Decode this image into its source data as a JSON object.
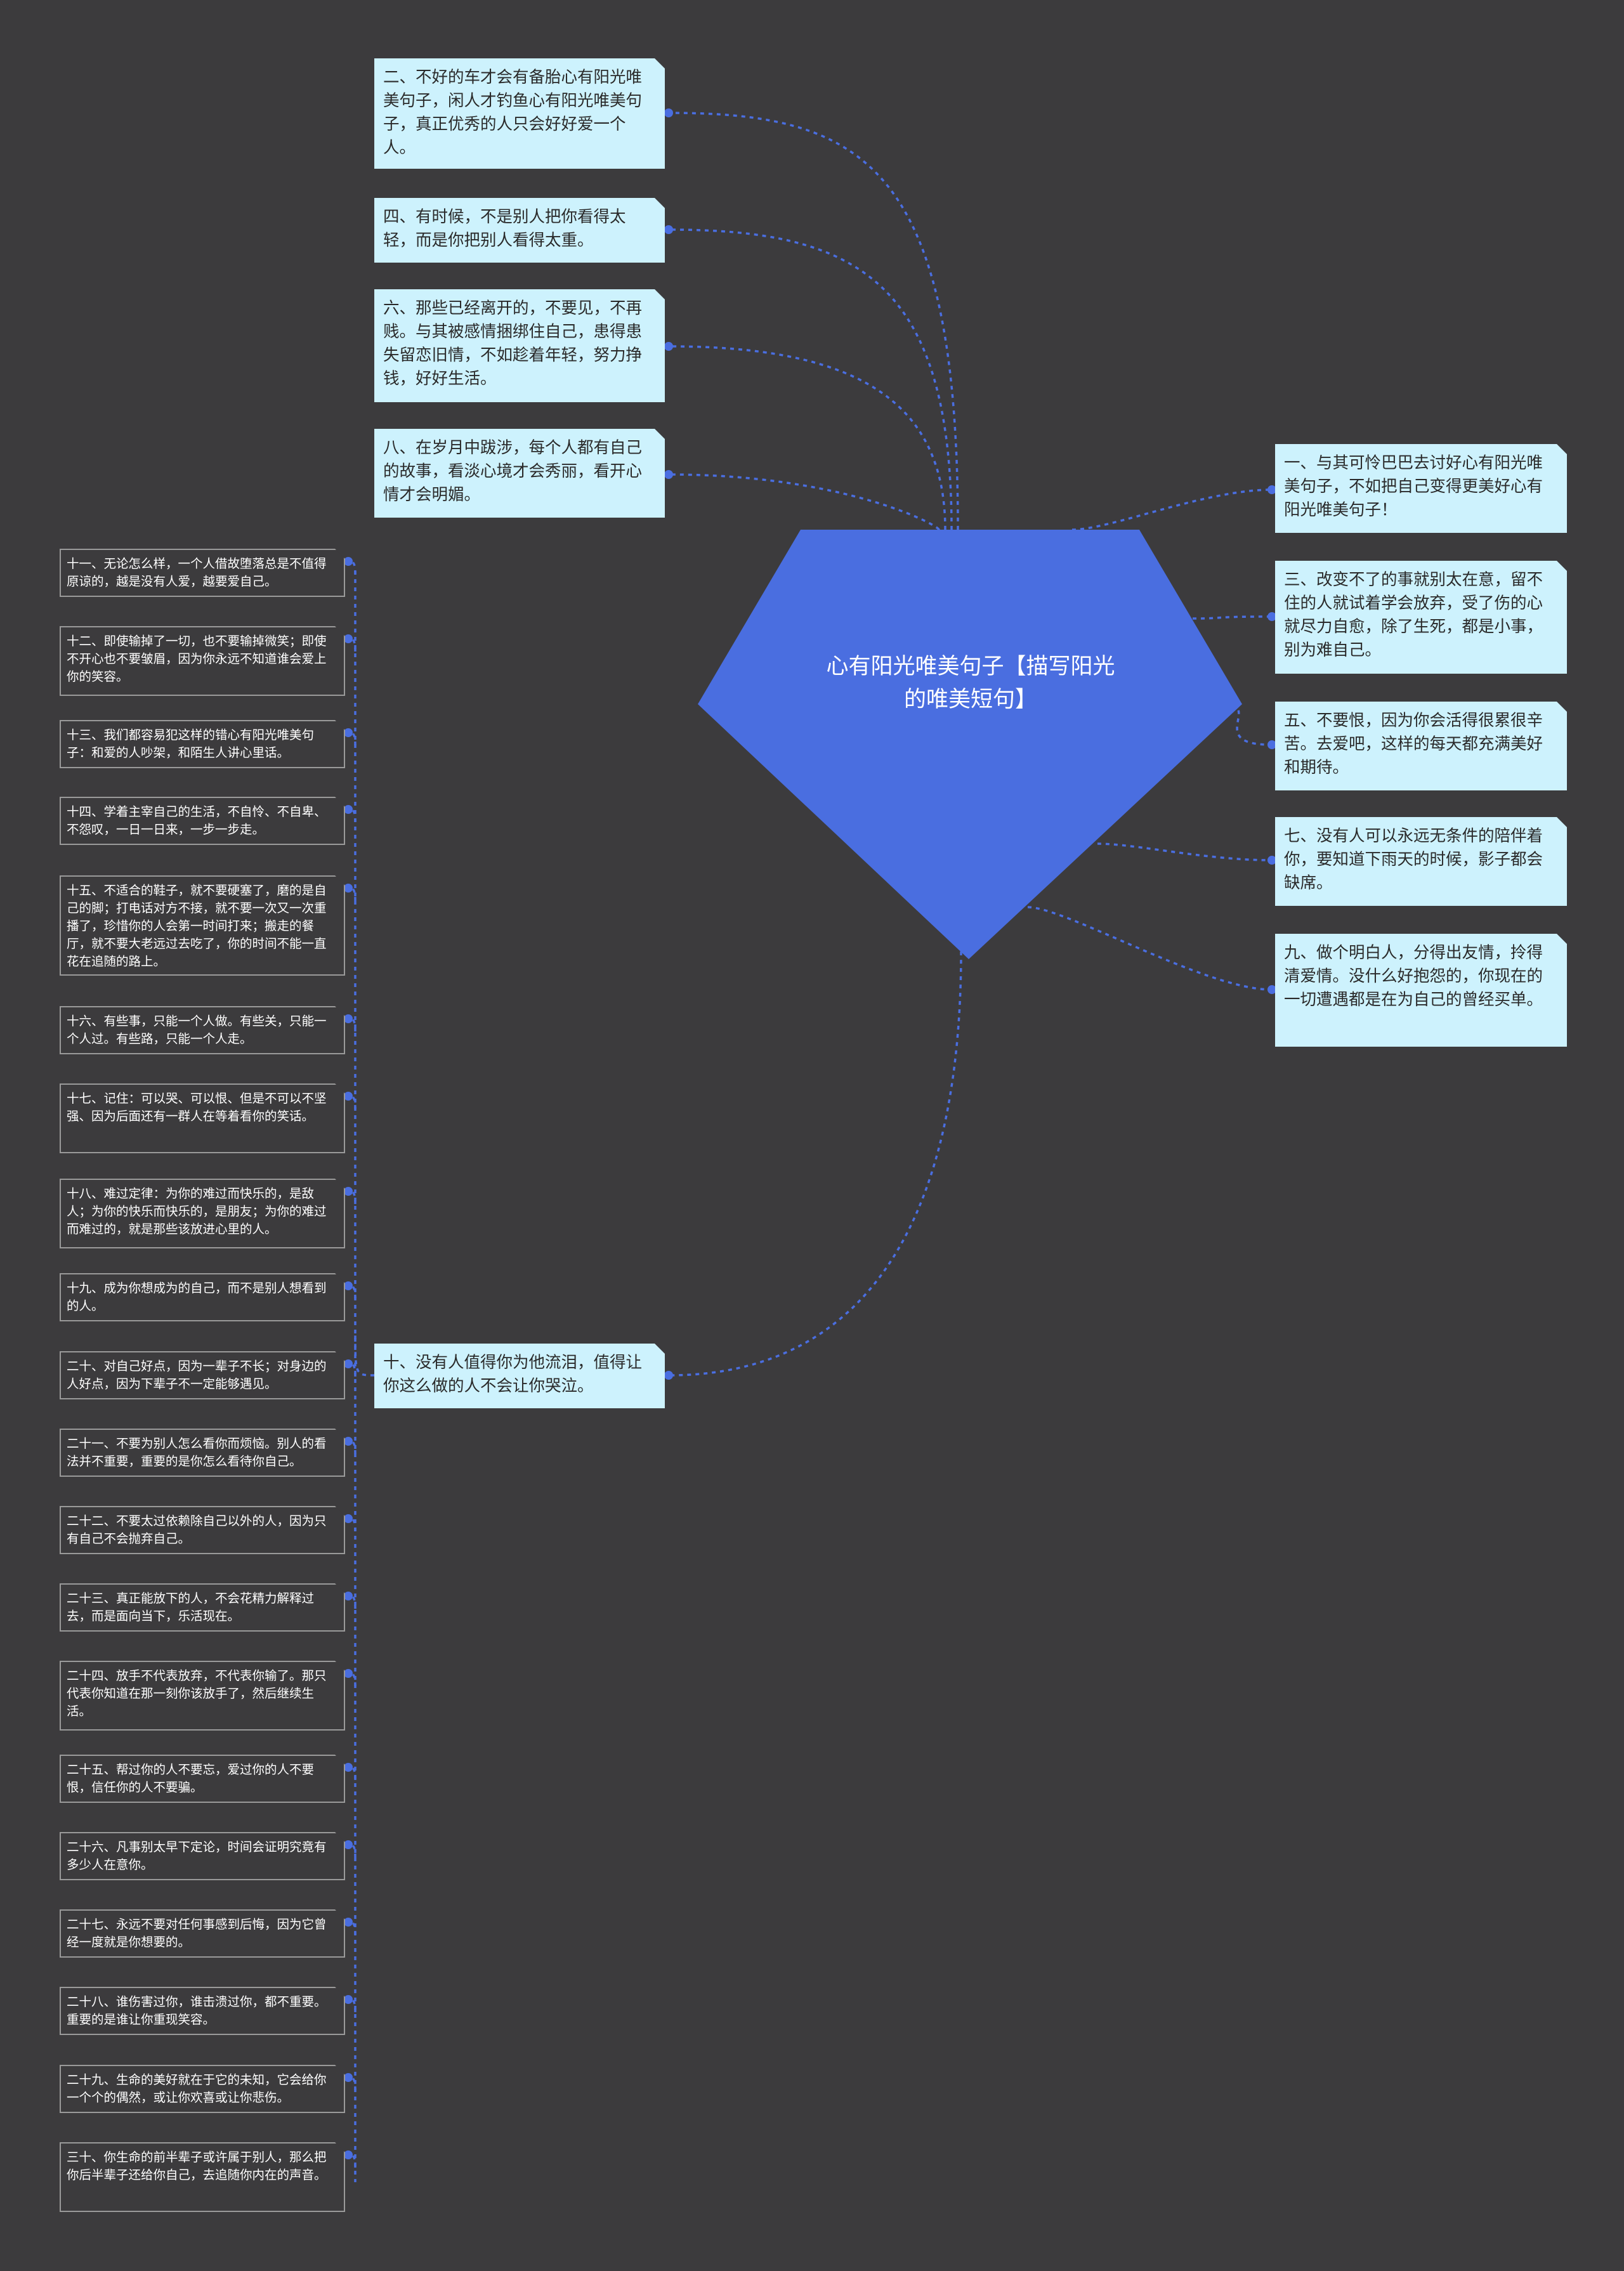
{
  "center": {
    "title": "心有阳光唯美句子【描写阳光的唯美短句】",
    "color": "#4a6ee0"
  },
  "colors": {
    "background": "#3c3b3d",
    "level1_fill": "#cdf2fd",
    "connector": "#4a6ee0",
    "level2_border": "#9a9a9a"
  },
  "left_top_nodes": [
    {
      "text": "二、不好的车才会有备胎心有阳光唯美句子，闲人才钓鱼心有阳光唯美句子，真正优秀的人只会好好爱一个人。"
    },
    {
      "text": "四、有时候，不是别人把你看得太轻，而是你把别人看得太重。"
    },
    {
      "text": "六、那些已经离开的，不要见，不再贱。与其被感情捆绑住自己，患得患失留恋旧情，不如趁着年轻，努力挣钱，好好生活。"
    },
    {
      "text": "八、在岁月中跋涉，每个人都有自己的故事，看淡心境才会秀丽，看开心情才会明媚。"
    }
  ],
  "right_nodes": [
    {
      "text": "一、与其可怜巴巴去讨好心有阳光唯美句子，不如把自己变得更美好心有阳光唯美句子！"
    },
    {
      "text": "三、改变不了的事就别太在意，留不住的人就试着学会放弃，受了伤的心就尽力自愈，除了生死，都是小事，别为难自己。"
    },
    {
      "text": "五、不要恨，因为你会活得很累很辛苦。去爱吧，这样的每天都充满美好和期待。"
    },
    {
      "text": "七、没有人可以永远无条件的陪伴着你，要知道下雨天的时候，影子都会缺席。"
    },
    {
      "text": "九、做个明白人，分得出友情，拎得清爱情。没什么好抱怨的，你现在的一切遭遇都是在为自己的曾经买单。"
    }
  ],
  "branch_ten": {
    "text": "十、没有人值得你为他流泪，值得让你这么做的人不会让你哭泣。"
  },
  "sub_nodes": [
    {
      "text": "十一、无论怎么样，一个人借故堕落总是不值得原谅的，越是没有人爱，越要爱自己。"
    },
    {
      "text": "十二、即使输掉了一切，也不要输掉微笑；即使不开心也不要皱眉，因为你永远不知道谁会爱上你的笑容。"
    },
    {
      "text": "十三、我们都容易犯这样的错心有阳光唯美句子：和爱的人吵架，和陌生人讲心里话。"
    },
    {
      "text": "十四、学着主宰自己的生活，不自怜、不自卑、不怨叹，一日一日来，一步一步走。"
    },
    {
      "text": "十五、不适合的鞋子，就不要硬塞了，磨的是自己的脚；打电话对方不接，就不要一次又一次重播了，珍惜你的人会第一时间打来；搬走的餐厅，就不要大老远过去吃了，你的时间不能一直花在追随的路上。"
    },
    {
      "text": "十六、有些事，只能一个人做。有些关，只能一个人过。有些路，只能一个人走。"
    },
    {
      "text": "十七、记住：可以哭、可以恨、但是不可以不坚强、因为后面还有一群人在等着看你的笑话。"
    },
    {
      "text": "十八、难过定律：为你的难过而快乐的，是敌人；为你的快乐而快乐的，是朋友；为你的难过而难过的，就是那些该放进心里的人。"
    },
    {
      "text": "十九、成为你想成为的自己，而不是别人想看到的人。"
    },
    {
      "text": "二十、对自己好点，因为一辈子不长；对身边的人好点，因为下辈子不一定能够遇见。"
    },
    {
      "text": "二十一、不要为别人怎么看你而烦恼。别人的看法并不重要，重要的是你怎么看待你自己。"
    },
    {
      "text": "二十二、不要太过依赖除自己以外的人，因为只有自己不会抛弃自己。"
    },
    {
      "text": "二十三、真正能放下的人，不会花精力解释过去，而是面向当下，乐活现在。"
    },
    {
      "text": "二十四、放手不代表放弃，不代表你输了。那只代表你知道在那一刻你该放手了，然后继续生活。"
    },
    {
      "text": "二十五、帮过你的人不要忘，爱过你的人不要恨，信任你的人不要骗。"
    },
    {
      "text": "二十六、凡事别太早下定论，时间会证明究竟有多少人在意你。"
    },
    {
      "text": "二十七、永远不要对任何事感到后悔，因为它曾经一度就是你想要的。"
    },
    {
      "text": "二十八、谁伤害过你，谁击溃过你，都不重要。重要的是谁让你重现笑容。"
    },
    {
      "text": "二十九、生命的美好就在于它的未知，它会给你一个个的偶然，或让你欢喜或让你悲伤。"
    },
    {
      "text": "三十、你生命的前半辈子或许属于别人，那么把你后半辈子还给你自己，去追随你内在的声音。"
    }
  ]
}
